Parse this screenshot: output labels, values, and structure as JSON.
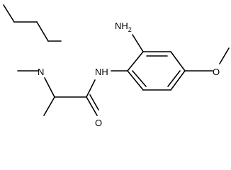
{
  "molecule": {
    "atoms": {
      "amine_n": "NH",
      "amine_h_count": "2",
      "tertiary_n": "N",
      "amide_nh": "NH",
      "carbonyl_o": "O",
      "ether_o": "O"
    }
  },
  "colors": {
    "bond": "#000000",
    "label": "#000000",
    "background": "#ffffff"
  }
}
